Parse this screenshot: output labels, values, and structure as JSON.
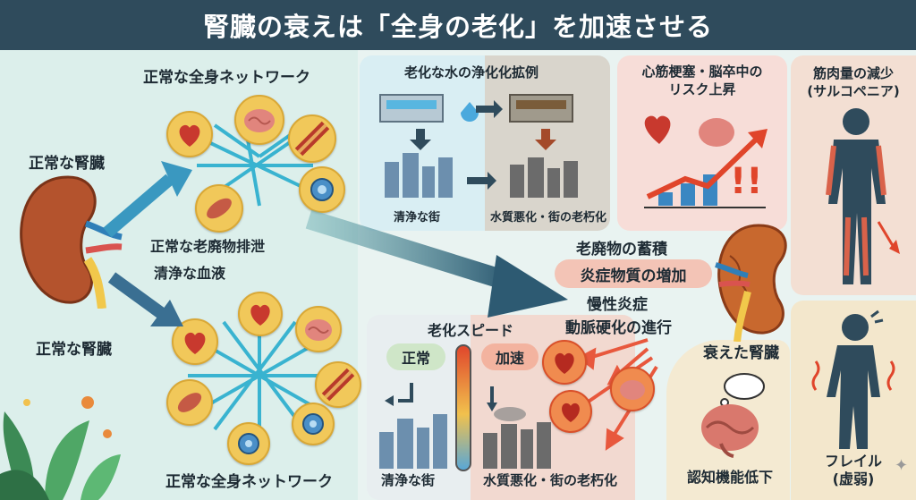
{
  "title": "腎臓の衰えは「全身の老化」を加速させる",
  "left": {
    "network_top": "正常な全身ネットワーク",
    "kidney_top": "正常な腎臓",
    "kidney_bottom": "正常な腎臓",
    "waste": "正常な老廃物排泄",
    "blood": "清浄な血液",
    "network_bottom": "正常な全身ネットワーク"
  },
  "water": {
    "title": "老化な水の浄化化拡例",
    "clean_city": "清浄な街",
    "bad_city": "水質悪化・街の老朽化"
  },
  "heart_risk": {
    "title": "心筋梗塞・脳卒中の\nリスク上昇",
    "exclaim": "!!"
  },
  "muscle": {
    "title": "筋肉量の減少\n(サルコペニア)"
  },
  "effects": {
    "waste_accum": "老廃物の蓄積",
    "inflam_increase": "炎症物質の増加",
    "chronic": "慢性炎症",
    "arterio": "動脈硬化の進行",
    "aged_kidney": "衰えた腎臓"
  },
  "speed": {
    "title": "老化スピード",
    "normal": "正常",
    "fast": "加速",
    "clean_city": "清浄な街",
    "bad_city": "水質悪化・街の老朽化"
  },
  "cognitive": "認知機能低下",
  "frail": {
    "title": "フレイル\n(虚弱)",
    "star": "✦"
  },
  "colors": {
    "title_bg": "#2f4b5c",
    "accent_teal": "#2fa7c6",
    "risk_red": "#e0452b"
  }
}
